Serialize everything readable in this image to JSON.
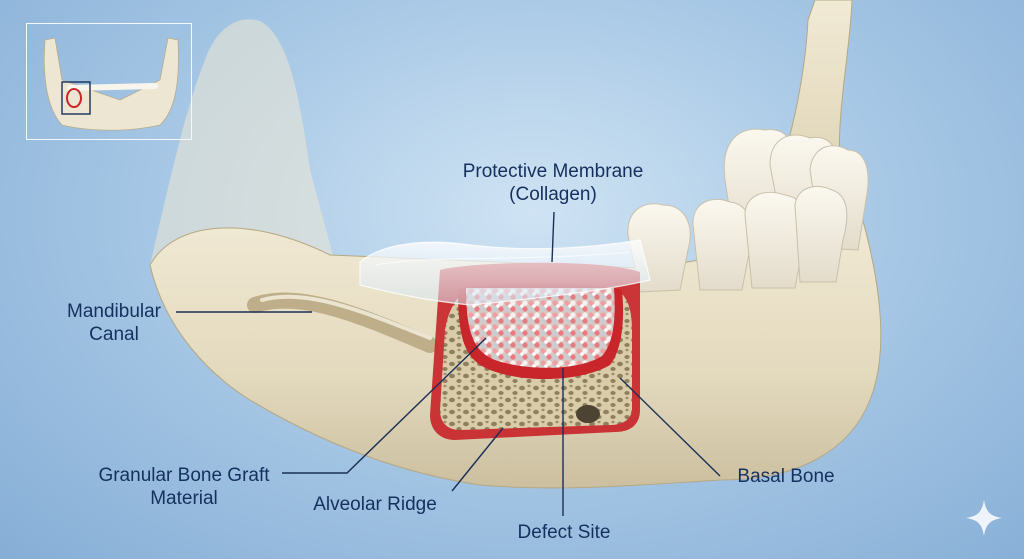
{
  "labels": {
    "membrane": [
      "Protective Membrane",
      "(Collagen)"
    ],
    "canal": [
      "Mandibular",
      "Canal"
    ],
    "graft": [
      "Granular Bone Graft",
      "Material"
    ],
    "ridge": "Alveolar Ridge",
    "defect": "Defect Site",
    "basal": "Basal Bone"
  },
  "colors": {
    "bone": "#e8e0c8",
    "defect_red": "#c8262a",
    "label_text": "#16305e",
    "leader": "#1b2f57"
  },
  "icons": {
    "watermark": "sparkle-icon"
  }
}
